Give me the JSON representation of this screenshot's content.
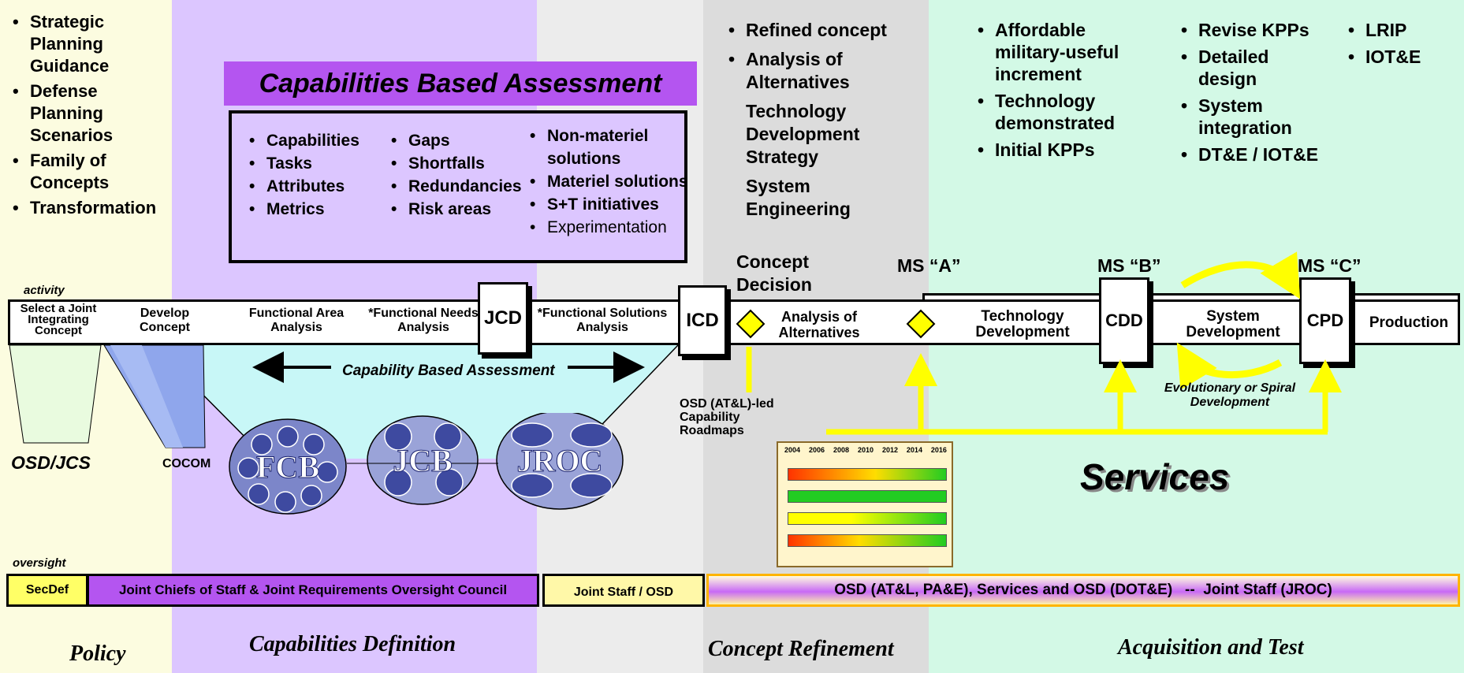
{
  "zones": {
    "policy": {
      "color": "#fcfce0",
      "label": "Policy"
    },
    "capdef": {
      "color": "#dcc6ff",
      "label": "Capabilities Definition"
    },
    "concept": {
      "color": "#dedede",
      "label": "Concept Refinement"
    },
    "acq": {
      "color": "#d3f9e6",
      "label": "Acquisition and Test"
    }
  },
  "policy_bullets": [
    "Strategic Planning Guidance",
    "Defense Planning Scenarios",
    "Family of Concepts",
    "Transformation"
  ],
  "cba": {
    "title": "Capabilities Based Assessment",
    "col1": [
      "Capabilities",
      "Tasks",
      "Attributes",
      "Metrics"
    ],
    "col2": [
      "Gaps",
      "Shortfalls",
      "Redundancies",
      "Risk areas"
    ],
    "col3": [
      "Non-materiel solutions",
      "Materiel solutions",
      "S+T initiatives"
    ],
    "col3_extra": "Experimentation"
  },
  "concept_bullets": [
    "Refined concept",
    "Analysis of Alternatives"
  ],
  "concept_plain": [
    "Technology Development Strategy",
    "System Engineering"
  ],
  "acq_col1": [
    "Affordable military-useful increment",
    "Technology demonstrated",
    "Initial KPPs"
  ],
  "acq_col2": [
    "Revise KPPs",
    "Detailed design",
    "System integration",
    "DT&E / IOT&E"
  ],
  "acq_col3": [
    "LRIP",
    "IOT&E"
  ],
  "labels": {
    "activity": "activity",
    "oversight": "oversight",
    "concept_decision": "Concept Decision",
    "ms_a": "MS “A”",
    "ms_b": "MS “B”",
    "ms_c": "MS “C”",
    "cba_arrow": "Capability Based Assessment",
    "osd_jcs": "OSD/JCS",
    "cocom": "COCOM",
    "osd_roadmaps": "OSD (AT&L)-led Capability Roadmaps",
    "evolutionary": "Evolutionary or Spiral Development",
    "services": "Services"
  },
  "activities": {
    "select": "Select a Joint Integrating Concept",
    "develop": "Develop Concept",
    "faa": "Functional Area Analysis",
    "fna": "*Functional Needs Analysis",
    "fsa": "*Functional Solutions Analysis",
    "aoa": "Analysis of Alternatives",
    "techdev": "Technology Development",
    "sysdev": "System Development",
    "production": "Production"
  },
  "docs": {
    "jcd": "JCD",
    "icd": "ICD",
    "cdd": "CDD",
    "cpd": "CPD"
  },
  "boards": {
    "fcb": "FCB",
    "jcb": "JCB",
    "jroc": "JROC"
  },
  "roadmap_years": [
    "2004",
    "2006",
    "2008",
    "2010",
    "2012",
    "2014",
    "2016"
  ],
  "oversight": {
    "secdef": "SecDef",
    "jcs": "Joint Chiefs of Staff & Joint Requirements Oversight Council",
    "jsosd": "Joint Staff / OSD",
    "osd": "OSD (AT&L, PA&E), Services and OSD (DOT&E)   --  Joint Staff (JROC)"
  },
  "colors": {
    "yellow": "#ffff00",
    "cyan": "#c8f7f7",
    "purple": "#b455f0",
    "board_blue": "#4450a6",
    "orange": "#ffb400"
  }
}
